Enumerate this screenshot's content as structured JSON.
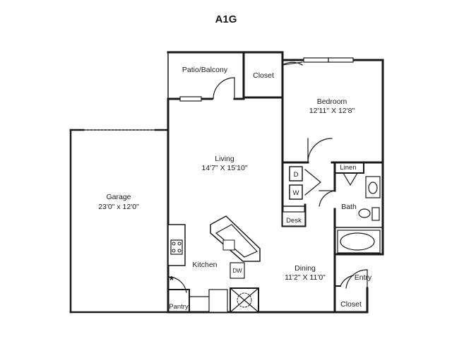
{
  "title": "A1G",
  "rooms": {
    "patio": {
      "name": "Patio/Balcony"
    },
    "closet_top": {
      "name": "Closet"
    },
    "bedroom": {
      "name": "Bedroom",
      "dims": "12'11\" X 12'8\""
    },
    "living": {
      "name": "Living",
      "dims": "14'7\" X 15'10\""
    },
    "garage": {
      "name": "Garage",
      "dims": "23'0\" x 12'0\""
    },
    "linen": {
      "name": "Linen"
    },
    "bath": {
      "name": "Bath"
    },
    "desk": {
      "name": "Desk"
    },
    "kitchen": {
      "name": "Kitchen"
    },
    "dining": {
      "name": "Dining",
      "dims": "11'2\" X 11'0\""
    },
    "entry": {
      "name": "Entry"
    },
    "pantry": {
      "name": "Pantry"
    },
    "closet_bottom": {
      "name": "Closet"
    }
  },
  "appliances": {
    "dryer": "D",
    "washer": "W",
    "dishwasher": "DW",
    "star": "*"
  }
}
